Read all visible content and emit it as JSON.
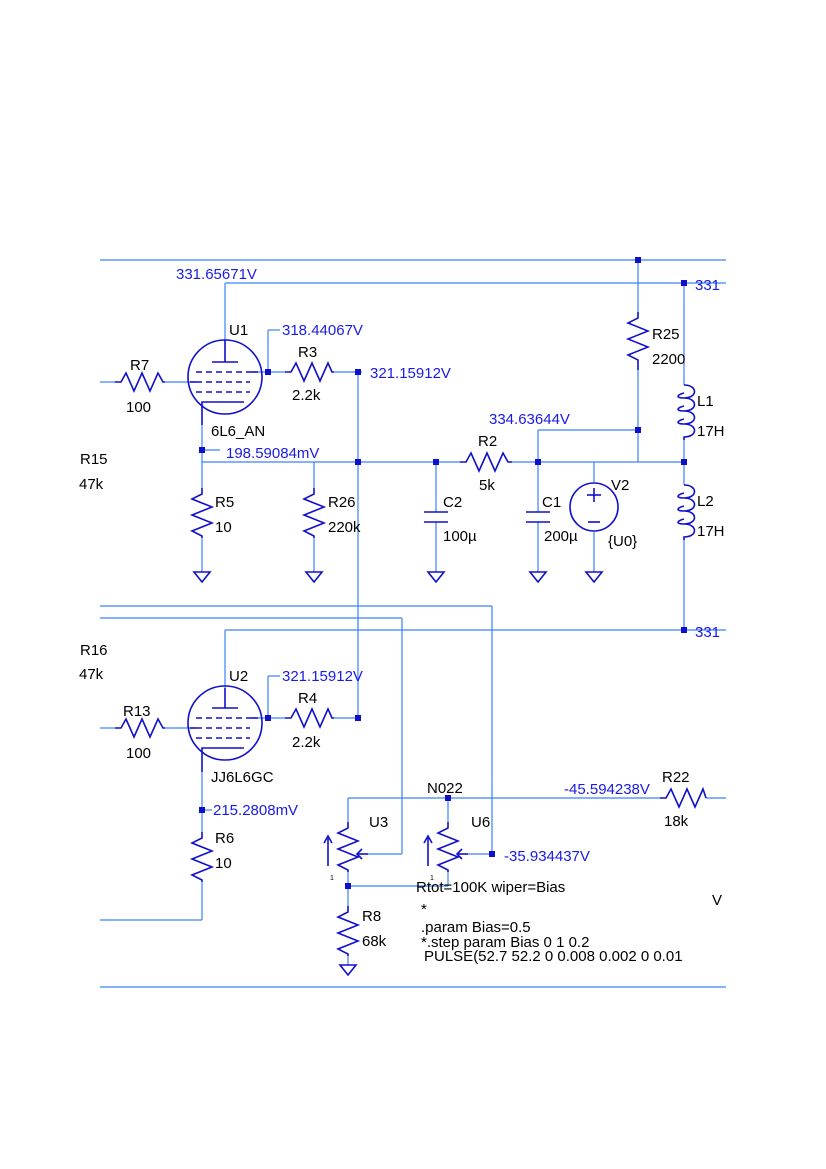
{
  "schematic": {
    "tubes": [
      {
        "ref": "U1",
        "model": "6L6_AN"
      },
      {
        "ref": "U2",
        "model": "JJ6L6GC"
      }
    ],
    "resistors": [
      {
        "ref": "R7",
        "value": "100"
      },
      {
        "ref": "R3",
        "value": "2.2k"
      },
      {
        "ref": "R25",
        "value": "2200"
      },
      {
        "ref": "R5",
        "value": "10"
      },
      {
        "ref": "R26",
        "value": "220k"
      },
      {
        "ref": "R2",
        "value": "5k"
      },
      {
        "ref": "R13",
        "value": "100"
      },
      {
        "ref": "R4",
        "value": "2.2k"
      },
      {
        "ref": "R6",
        "value": "10"
      },
      {
        "ref": "R8",
        "value": "68k"
      },
      {
        "ref": "R22",
        "value": "18k"
      }
    ],
    "partial_resistors": [
      {
        "ref": "R15",
        "value": "47k"
      },
      {
        "ref": "R16",
        "value": "47k"
      }
    ],
    "capacitors": [
      {
        "ref": "C2",
        "value": "100µ"
      },
      {
        "ref": "C1",
        "value": "200µ"
      }
    ],
    "inductors": [
      {
        "ref": "L1",
        "value": "17H"
      },
      {
        "ref": "L2",
        "value": "17H"
      }
    ],
    "sources": [
      {
        "ref": "V2",
        "value": "{U0}"
      }
    ],
    "pots": [
      {
        "ref": "U3"
      },
      {
        "ref": "U6"
      }
    ],
    "node_labels": [
      "N022"
    ],
    "pin_marks": [
      "1",
      "1"
    ],
    "voltages": {
      "top_rail": "331.65671V",
      "right_top": "331",
      "u1_screen": "318.44067V",
      "r3_node": "321.15912V",
      "supply": "334.63644V",
      "u1_cathode": "198.59084mV",
      "right_mid": "331",
      "u2_screen": "321.15912V",
      "r22_node": "-45.594238V",
      "u2_cathode": "215.2808mV",
      "u6_wiper": "-35.934437V"
    },
    "directives": [
      "Rtot=100K wiper=Bias",
      "*",
      ".param Bias=0.5",
      "*.step param Bias 0 1 0.2",
      "PULSE(52.7 52.2 0 0.008 0.002 0 0.01"
    ],
    "offpage_label": "V"
  }
}
